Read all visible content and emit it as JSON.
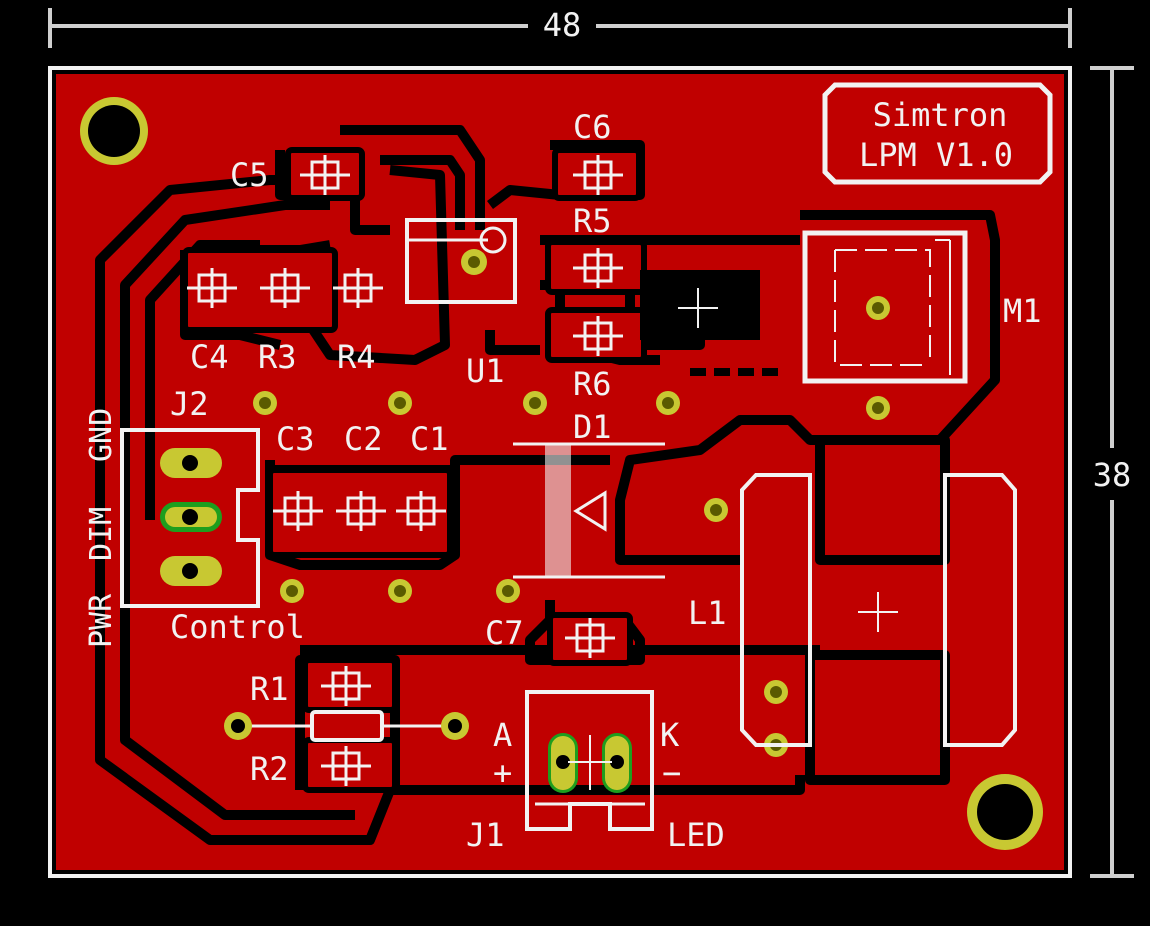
{
  "dimensions": {
    "width": "48",
    "height": "38"
  },
  "title": {
    "line1": "Simtron",
    "line2": "LPM V1.0"
  },
  "labels": {
    "c5": "C5",
    "c6": "C6",
    "r5": "R5",
    "r6": "R6",
    "c4": "C4",
    "r3": "R3",
    "r4": "R4",
    "u1": "U1",
    "m1": "M1",
    "j2": "J2",
    "gnd": "GND",
    "dim": "DIM",
    "pwr": "PWR",
    "c3": "C3",
    "c2": "C2",
    "c1": "C1",
    "d1": "D1",
    "control": "Control",
    "l1": "L1",
    "c7": "C7",
    "r1": "R1",
    "r2": "R2",
    "a": "A",
    "plus": "+",
    "k": "K",
    "minus": "−",
    "j1": "J1",
    "led": "LED"
  },
  "colors": {
    "background": "#000000",
    "copper": "#c00000",
    "silkscreen": "#f2f2f2",
    "pad_gold": "#c8c832",
    "via_olive": "#5a5a00",
    "pin_green": "#1e9e1e"
  }
}
